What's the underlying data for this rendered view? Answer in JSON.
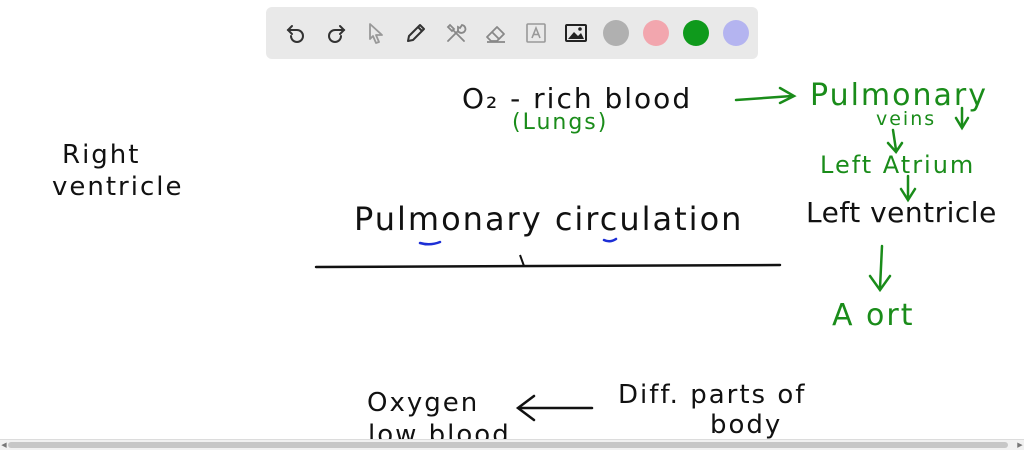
{
  "toolbar": {
    "tools": [
      "undo-icon",
      "redo-icon",
      "pointer-icon",
      "pencil-icon",
      "tools-icon",
      "eraser-icon",
      "text-icon",
      "image-icon"
    ],
    "colors": {
      "gray": "#b0b0b0",
      "pink": "#f2a6ae",
      "green": "#0f9a1c",
      "lavender": "#b4b4f0"
    },
    "selected_color": "green"
  },
  "board": {
    "right_ventricle_line1": "Right",
    "right_ventricle_line2": "ventricle",
    "title": "Pulmonary circulation",
    "o2_rich": "O₂ - rich blood",
    "lungs": "(Lungs)",
    "pulmonary_line1": "Pulmonary",
    "pulmonary_line2": "veins",
    "left_atrium": "Left  Atrium",
    "left_ventricle": "Left ventricle",
    "aorta": "A ort",
    "oxygen_low_line1": "Oxygen",
    "oxygen_low_line2": "low blood",
    "diff_parts_line1": "Diff. parts of",
    "diff_parts_line2": "body"
  }
}
